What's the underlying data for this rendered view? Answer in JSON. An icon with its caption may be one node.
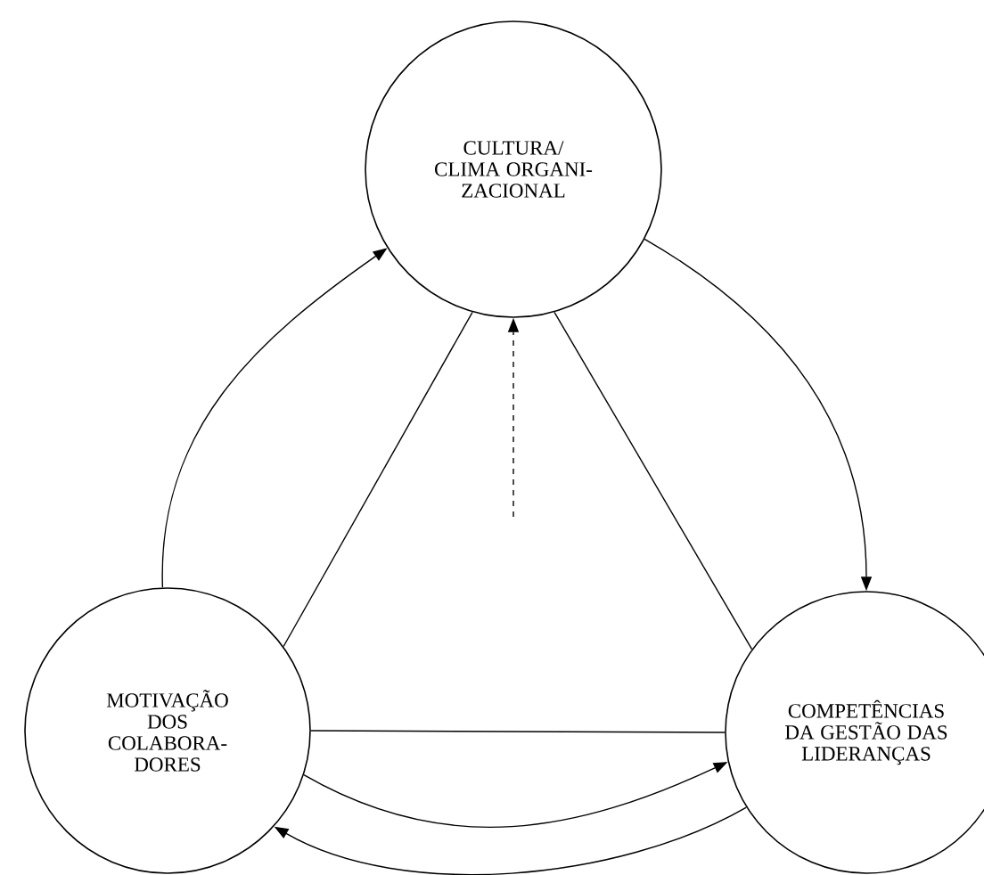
{
  "diagram": {
    "nodes": [
      {
        "text": [
          "CULTURA/ CLIMA ORGANI- ZACIONAL"
        ]
      },
      {
        "text": [
          "MOTIVAÇÃO DOS COLABORA- DORES"
        ]
      },
      {
        "text": [
          "COMPETÊNCIAS DA GESTÃO DAS LIDERANÇAS"
        ]
      }
    ],
    "edges": [
      {
        "from": 1,
        "to": 0,
        "arrow": "to"
      },
      {
        "from": 0,
        "to": 2,
        "arrow": "to"
      },
      {
        "from": 1,
        "to": 0,
        "arrow": "none"
      },
      {
        "from": 0,
        "to": 2,
        "arrow": "none"
      },
      {
        "from": 1,
        "to": 2,
        "arrow": "none"
      },
      {
        "from": 1,
        "to": 2,
        "arrow": "to"
      },
      {
        "from": 2,
        "to": 1,
        "arrow": "to"
      },
      {
        "from": null,
        "to": 0,
        "arrow": "to",
        "style": "dashed"
      }
    ]
  }
}
